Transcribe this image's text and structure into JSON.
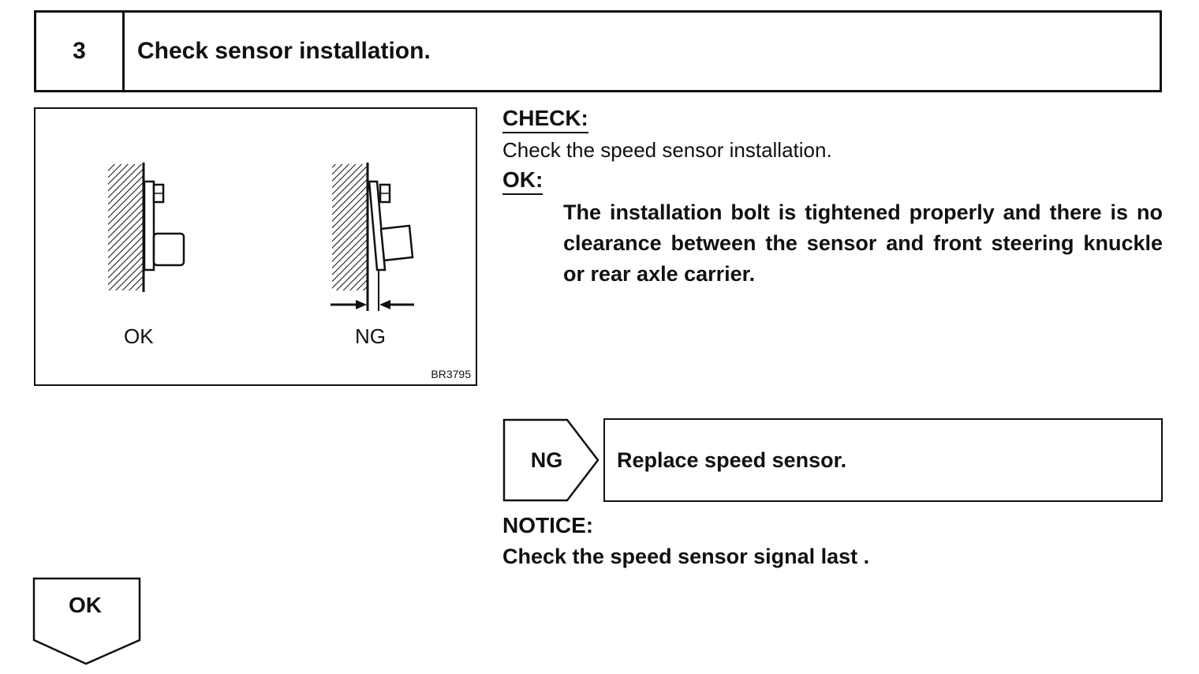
{
  "step": {
    "number": "3",
    "title": "Check sensor installation."
  },
  "figure": {
    "label_ok": "OK",
    "label_ng": "NG",
    "code": "BR3795"
  },
  "check": {
    "heading": "CHECK:",
    "text": "Check the speed sensor installation."
  },
  "ok_spec": {
    "heading": "OK:",
    "text": "The installation bolt is tightened properly and there is no clearance between the sensor and front steering knuckle or rear axle carrier."
  },
  "ng_branch": {
    "label": "NG",
    "action": "Replace speed sensor."
  },
  "notice": {
    "heading": "NOTICE:",
    "text": "Check the speed sensor signal last ."
  },
  "ok_branch": {
    "label": "OK"
  }
}
